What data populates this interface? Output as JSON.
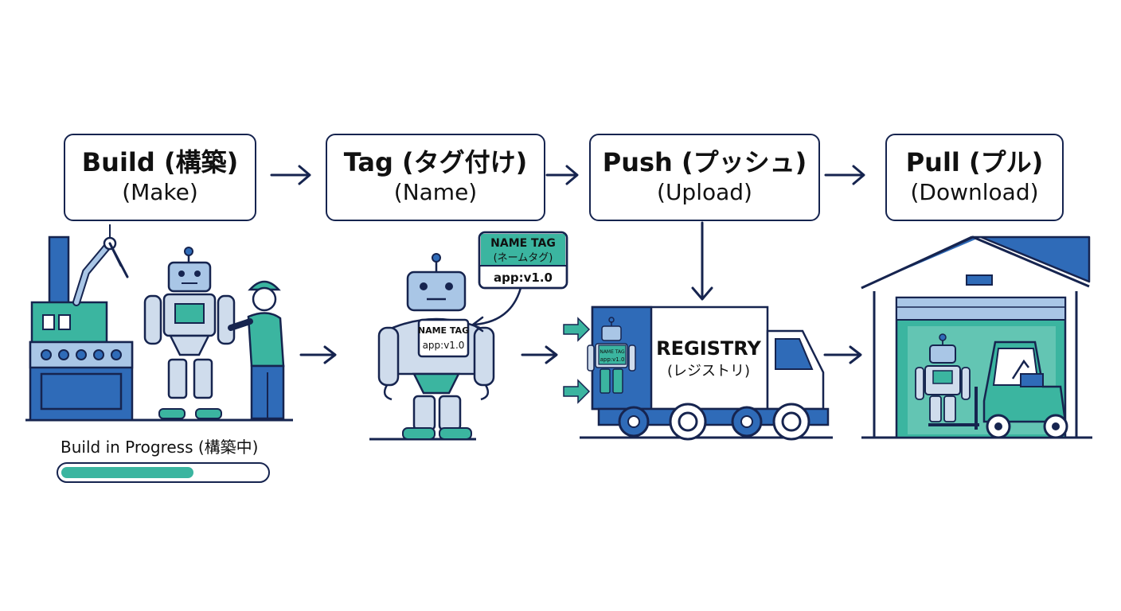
{
  "colors": {
    "navy": "#16244f",
    "blue": "#2f6bb8",
    "light_blue": "#a9c6e6",
    "teal": "#3bb5a0",
    "teal_light": "#7fd0c0",
    "grey_blue": "#cfdcec"
  },
  "steps": [
    {
      "title": "Build (構築)",
      "subtitle": "(Make)"
    },
    {
      "title": "Tag (タグ付け)",
      "subtitle": "(Name)"
    },
    {
      "title": "Push (プッシュ)",
      "subtitle": "(Upload)"
    },
    {
      "title": "Pull (プル)",
      "subtitle": "(Download)"
    }
  ],
  "build": {
    "progress_label": "Build in Progress (構築中)",
    "progress_fraction": 0.65
  },
  "tag": {
    "callout_title": "NAME TAG",
    "callout_subtitle": "(ネームタグ)",
    "callout_value": "app:v1.0",
    "chest_title": "NAME TAG",
    "chest_value": "app:v1.0"
  },
  "push": {
    "truck_title": "REGISTRY",
    "truck_subtitle": "(レジストリ)",
    "mini_tag_title": "NAME TAG",
    "mini_tag_value": "app:v1.0"
  },
  "icons": [
    "factory-icon",
    "robot-icon",
    "worker-icon",
    "name-tag-icon",
    "truck-icon",
    "warehouse-icon",
    "forklift-icon",
    "arrow-right-icon",
    "arrow-down-icon"
  ]
}
